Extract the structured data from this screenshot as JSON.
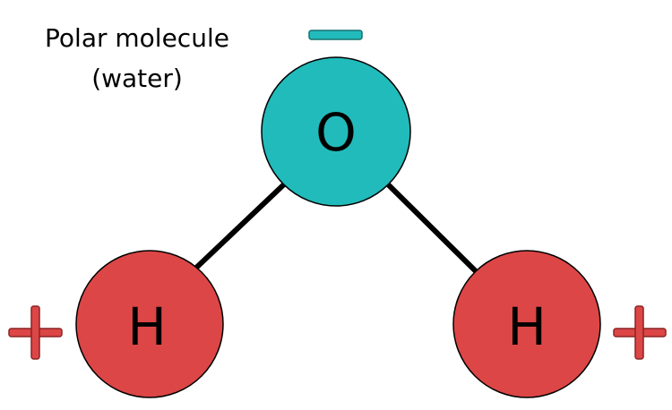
{
  "title": {
    "line1": "Polar molecule",
    "line2": "(water)"
  },
  "atoms": {
    "oxygen": {
      "label": "O",
      "charge": "negative"
    },
    "hydrogen_left": {
      "label": "H",
      "charge": "positive"
    },
    "hydrogen_right": {
      "label": "H",
      "charge": "positive"
    }
  },
  "colors": {
    "oxygen": "#22bbbb",
    "hydrogen": "#dd4646",
    "bond": "#000000"
  }
}
